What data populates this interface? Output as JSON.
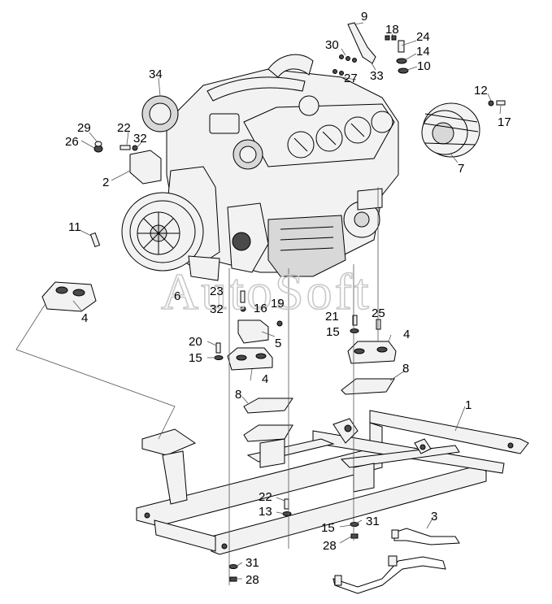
{
  "watermark": "AutoSoft",
  "callouts": [
    {
      "id": "c9",
      "text": "9"
    },
    {
      "id": "c18",
      "text": "18"
    },
    {
      "id": "c24",
      "text": "24"
    },
    {
      "id": "c30",
      "text": "30"
    },
    {
      "id": "c14",
      "text": "14"
    },
    {
      "id": "c10",
      "text": "10"
    },
    {
      "id": "c33",
      "text": "33"
    },
    {
      "id": "c27",
      "text": "27"
    },
    {
      "id": "c34",
      "text": "34"
    },
    {
      "id": "c12",
      "text": "12"
    },
    {
      "id": "c17",
      "text": "17"
    },
    {
      "id": "c29",
      "text": "29"
    },
    {
      "id": "c26",
      "text": "26"
    },
    {
      "id": "c22a",
      "text": "22"
    },
    {
      "id": "c32a",
      "text": "32"
    },
    {
      "id": "c2",
      "text": "2"
    },
    {
      "id": "c7",
      "text": "7"
    },
    {
      "id": "c11",
      "text": "11"
    },
    {
      "id": "c6",
      "text": "6"
    },
    {
      "id": "c23",
      "text": "23"
    },
    {
      "id": "c32b",
      "text": "32"
    },
    {
      "id": "c16",
      "text": "16"
    },
    {
      "id": "c19",
      "text": "19"
    },
    {
      "id": "c21",
      "text": "21"
    },
    {
      "id": "c25",
      "text": "25"
    },
    {
      "id": "c4a",
      "text": "4"
    },
    {
      "id": "c5",
      "text": "5"
    },
    {
      "id": "c15a",
      "text": "15"
    },
    {
      "id": "c4b",
      "text": "4"
    },
    {
      "id": "c20",
      "text": "20"
    },
    {
      "id": "c15b",
      "text": "15"
    },
    {
      "id": "c4c",
      "text": "4"
    },
    {
      "id": "c8a",
      "text": "8"
    },
    {
      "id": "c8b",
      "text": "8"
    },
    {
      "id": "c1",
      "text": "1"
    },
    {
      "id": "c22b",
      "text": "22"
    },
    {
      "id": "c13",
      "text": "13"
    },
    {
      "id": "c3",
      "text": "3"
    },
    {
      "id": "c31a",
      "text": "31"
    },
    {
      "id": "c15c",
      "text": "15"
    },
    {
      "id": "c28a",
      "text": "28"
    },
    {
      "id": "c31b",
      "text": "31"
    },
    {
      "id": "c28b",
      "text": "28"
    }
  ]
}
